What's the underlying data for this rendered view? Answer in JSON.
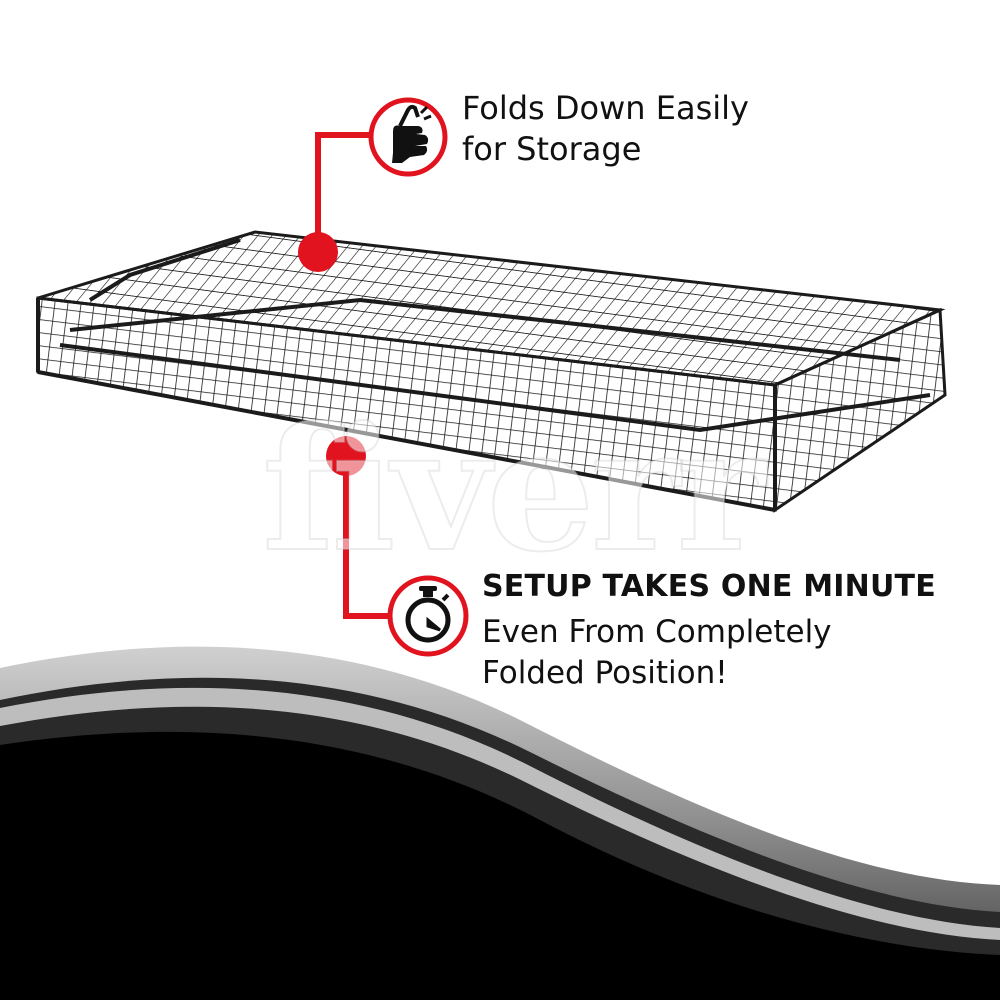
{
  "watermark": {
    "text": "fiverr"
  },
  "callouts": {
    "top": {
      "icon": "pinch-hand-icon",
      "lines": [
        "Folds Down Easily",
        "for Storage"
      ]
    },
    "bottom": {
      "icon": "stopwatch-icon",
      "heading": "SETUP TAKES ONE MINUTE",
      "lines": [
        "Even From Completely",
        "Folded Position!"
      ]
    }
  },
  "colors": {
    "accent": "#e0131f",
    "ink": "#111111",
    "band_black": "#000000",
    "band_gray": "#9a9a9a",
    "cage_wire": "#1b1b1b"
  }
}
